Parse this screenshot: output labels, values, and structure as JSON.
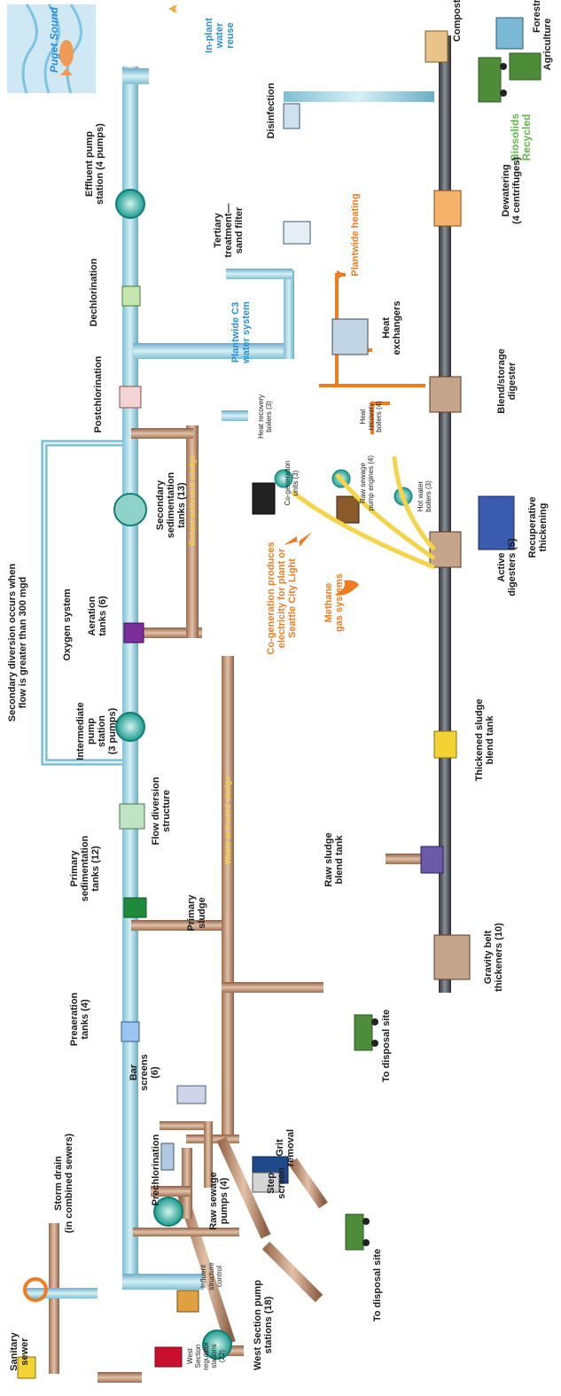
{
  "diagram": {
    "labels": {
      "puget_sound": "Puget Sound",
      "in_plant_reuse": "In-plant\nwater\nreuse",
      "forestry": "Forestry",
      "composting": "Composting",
      "agriculture": "Agriculture",
      "biosolids": "Biosolids\nRecycled",
      "disinfection": "Disinfection",
      "tertiary": "Tertiary\ntreatment—\nsand filter",
      "effluent_pump": "Effluent pump\nstation (4 pumps)",
      "dewatering": "Dewatering\n(4 centrifuges)",
      "plantwide_heating": "Plantwide heating",
      "plantwide_c3": "Plantwide C3\nwater system",
      "dechlorination": "Dechlorination",
      "heat_exchangers": "Heat\nexchangers",
      "blend_storage": "Blend/storage\ndigester",
      "postchlorination": "Postchlorination",
      "heat_recovery_boilers_3": "Heat recovery\nboilers (3)",
      "heat_recovery_boilers_4": "Heat\nrecovery\nboilers (4)",
      "secondary_sed": "Secondary\nsedimentation\ntanks (13)",
      "cogeneration_units": "Co-generation\nunits (3)",
      "raw_sewage_pump_engines": "Raw sewage\npump engines (4)",
      "hot_water_boilers": "Hot water\nboilers (3)",
      "recuperative": "Recuperative\nthickening",
      "secondary_diversion": "Secondary diversion occurs when\nflow is greater than 300 mgd",
      "aeration_tanks": "Aeration\ntanks (6)",
      "oxygen_system": "Oxygen system",
      "cogeneration_produces": "Co-generation produces\nelectricity for plant or\nSeattle City Light",
      "methane": "Methane\ngas systems",
      "active_digesters": "Active\ndigesters (5)",
      "intermediate_pump": "Intermediate\npump\nstation\n(3 pumps)",
      "thickened_sludge": "Thickened sludge\nblend tank",
      "flow_diversion": "Flow diversion\nstructure",
      "primary_sed": "Primary\nsedimentation\ntanks (12)",
      "primary_sludge": "Primary\nsludge",
      "gravity_belt": "Gravity belt\nthickeners (10)",
      "raw_sludge_blend": "Raw sludge\nblend tank",
      "preaeration": "Preaeration\ntanks (4)",
      "grit_removal": "Grit\nremoval",
      "raw_sewage_pumps": "Raw sewage\npumps (4)",
      "to_disposal_site_1": "To disposal site",
      "bar_screens": "Bar\nscreens\n(6)",
      "step_screen": "Step\nscreen",
      "to_disposal_site_2": "To disposal site",
      "storm_drain": "Storm drain\n(in combined sewers)",
      "prechlorination": "Prechlorination",
      "influent_structure": "Influent\nstructure\ncontrol",
      "sanitary_sewer": "Sanitary\nsewer",
      "west_section_regulator": "West\nSection\nregulator\nstations\n(22)",
      "west_section_pump": "West Section pump\nstations (18)",
      "waste_activated_sludge": "Waste activated sludge",
      "return_activated_sludge": "Return activated sludge"
    },
    "colors": {
      "water_pipe": "#a9d9e6",
      "sludge_pipe": "#c79a7a",
      "solids_pipe": "#4a4f57",
      "accent_orange": "#f07c22",
      "accent_blue": "#2a8fd7",
      "accent_green": "#61b84a"
    }
  }
}
